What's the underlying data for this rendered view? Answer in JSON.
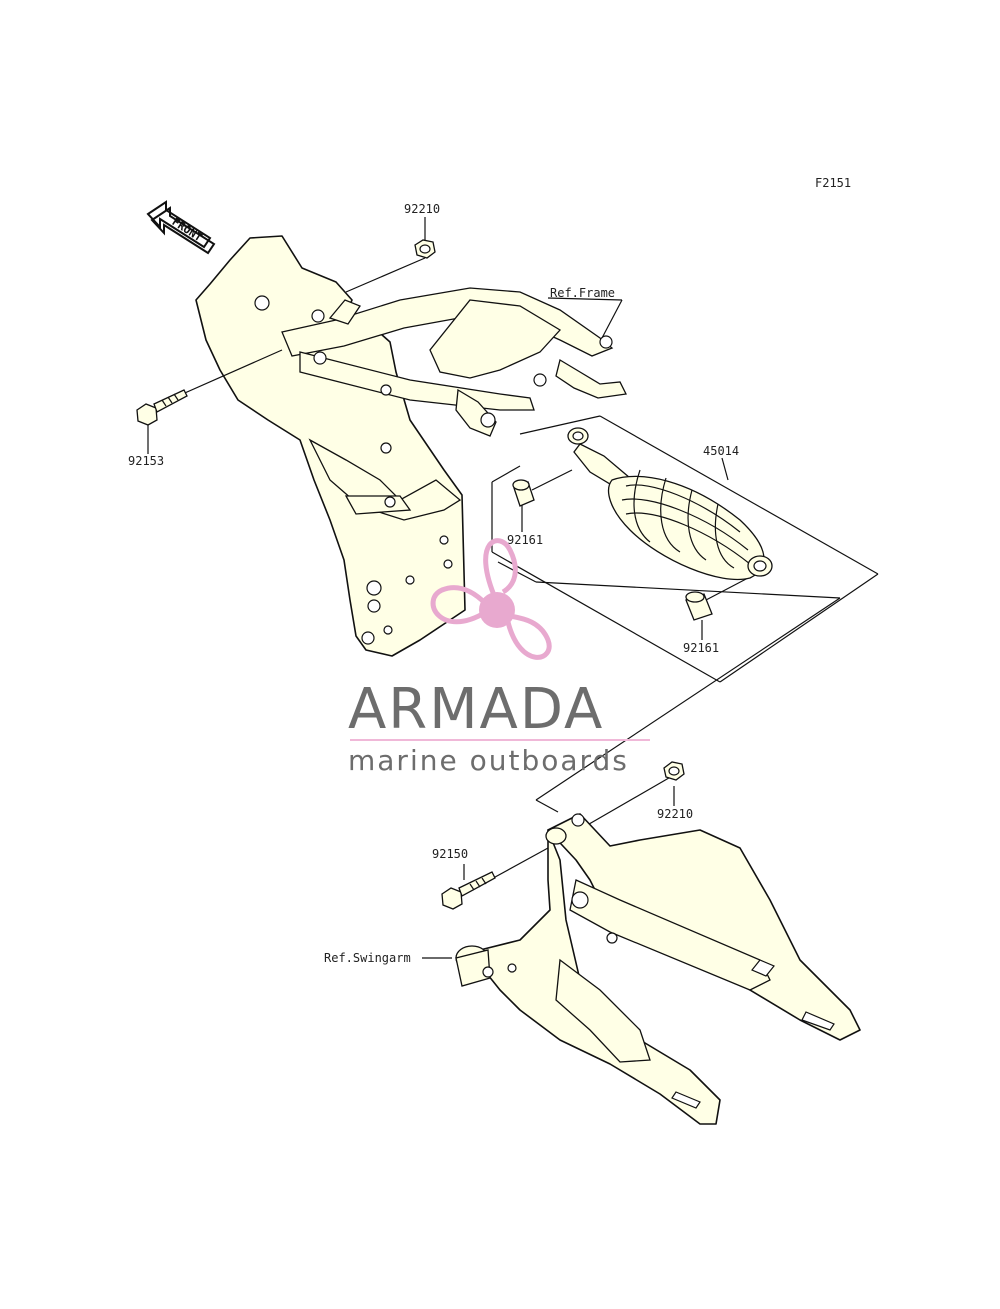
{
  "diagram_code": "F2151",
  "front_arrow_text": "FRONT",
  "labels": {
    "nut_top": "92210",
    "frame_ref": "Ref.Frame",
    "bolt_top": "92153",
    "shock": "45014",
    "bushing_upper": "92161",
    "bushing_lower": "92161",
    "nut_bottom": "92210",
    "bolt_bottom": "92150",
    "swingarm_ref": "Ref.Swingarm"
  },
  "watermark": {
    "brand": "ARMADA",
    "tagline": "marine outboards",
    "colors": {
      "text": "#6d6d6d",
      "accent": "#e8a9cf",
      "accent_line": "#f0b8d8"
    }
  }
}
